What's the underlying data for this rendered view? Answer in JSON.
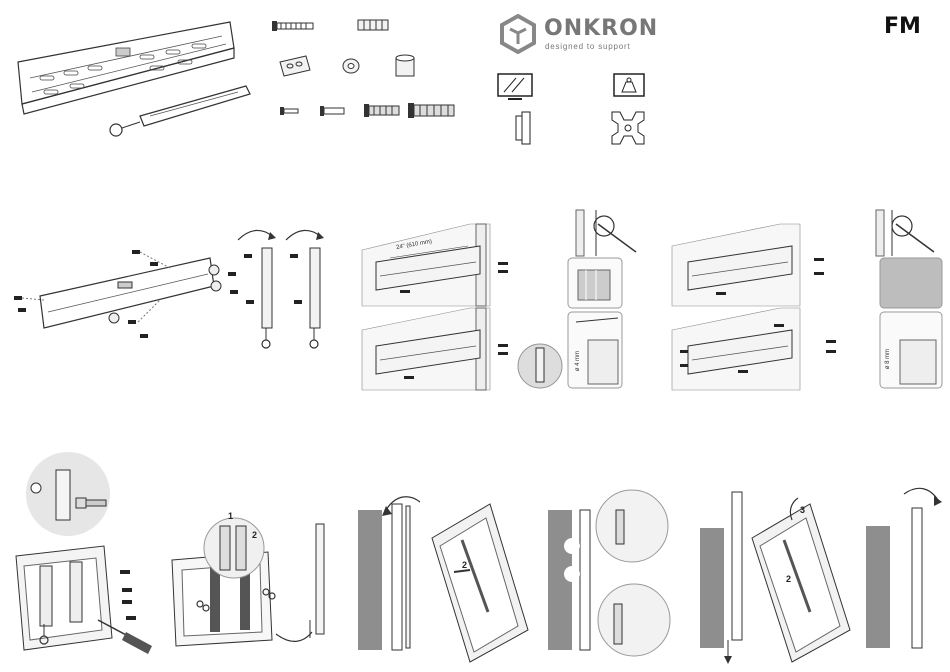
{
  "brand": {
    "name": "ONKRON",
    "tagline": "designed to support"
  },
  "model_code": "FM",
  "measurements": {
    "spacing": "24\" (610 mm)",
    "drill_diameter": "ø 8 mm",
    "anchor_diameter": "ø 4 mm"
  },
  "step_numbers": {
    "one": "1",
    "two": "2",
    "three": "3"
  },
  "icons": [
    "flat-screen-tv-icon",
    "weight-limit-icon",
    "side-profile-icon",
    "vesa-pattern-icon"
  ]
}
